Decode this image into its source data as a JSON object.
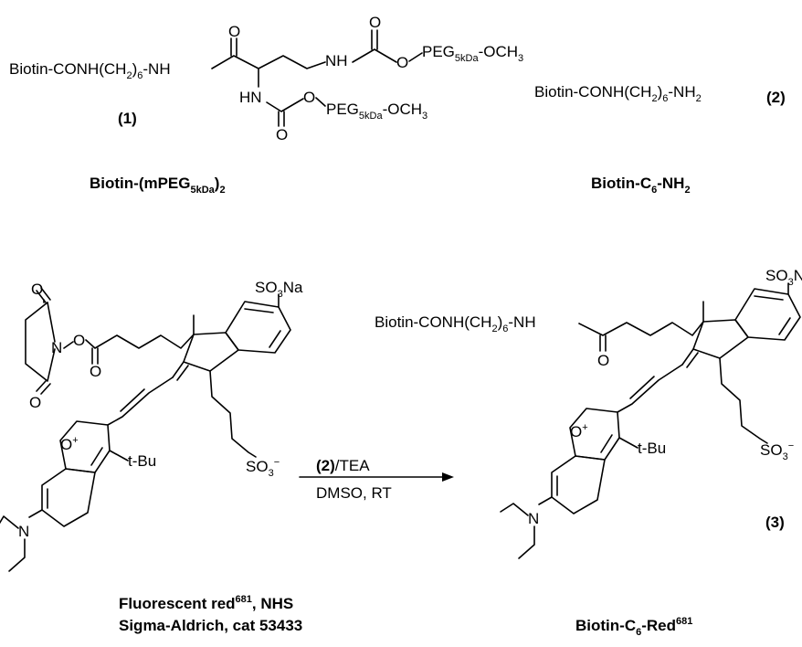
{
  "compound1": {
    "biotin_prefix": "Biotin-CONH(CH",
    "sub_2": "2",
    "close_paren": ")",
    "sub_6": "6",
    "nh_suffix": "-NH",
    "atom_O": "O",
    "atom_NH": "NH",
    "atom_HN": "HN",
    "peg": "PEG",
    "peg_sub": "5kDa",
    "och": "-OCH",
    "och_sub": "3",
    "number": "(1)",
    "name_main": "Biotin-(mPEG",
    "name_sub_5kda": "5kDa",
    "name_close": ")",
    "name_sub_2": "2"
  },
  "compound2": {
    "formula_prefix": "Biotin-CONH(CH",
    "sub_2": "2",
    "close_paren": ")",
    "sub_6": "6",
    "nh": "-NH",
    "nh_sub": "2",
    "number": "(2)",
    "name_main": "Biotin-C",
    "name_sub_6": "6",
    "name_suffix": "-NH",
    "name_sub_2": "2"
  },
  "reagent": {
    "atom_O": "O",
    "atom_N": "N",
    "so3na": "SO",
    "so3na_sub": "3",
    "so3na_na": "Na",
    "so3": "SO",
    "so3_sub": "3",
    "charge_minus": "−",
    "oplus": "O",
    "charge_plus": "+",
    "tbu": "t-Bu",
    "name_line1_main": "Fluorescent red",
    "name_line1_sup": "681",
    "name_line1_tail": ", NHS",
    "name_line2": "Sigma-Aldrich, cat 53433"
  },
  "arrow": {
    "above_num": "(2)",
    "above_rest": "/TEA",
    "below": "DMSO, RT"
  },
  "product": {
    "formula_prefix": "Biotin-CONH(CH",
    "sub_2": "2",
    "close_paren": ")",
    "sub_6": "6",
    "nh": "-NH",
    "number": "(3)",
    "name_main": "Biotin-C",
    "name_sub_6": "6",
    "name_suffix": "-Red",
    "name_sup": "681"
  }
}
